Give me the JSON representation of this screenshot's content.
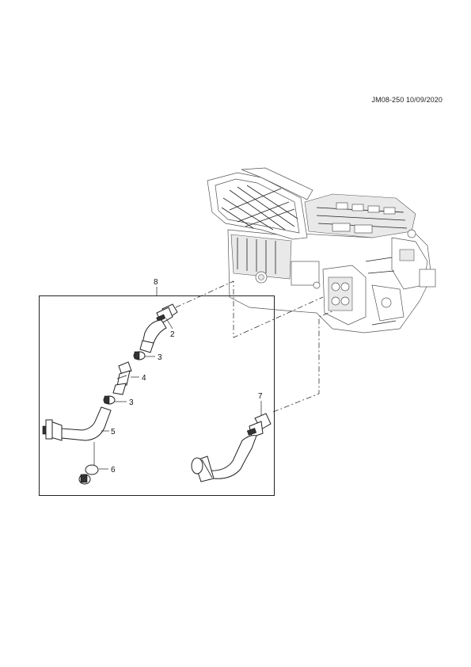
{
  "document": {
    "reference": "JM08-250 10/09/2020"
  },
  "callouts": {
    "c2": "2",
    "c3a": "3",
    "c3b": "3",
    "c4": "4",
    "c5": "5",
    "c6": "6",
    "c7": "7",
    "c8": "8"
  }
}
